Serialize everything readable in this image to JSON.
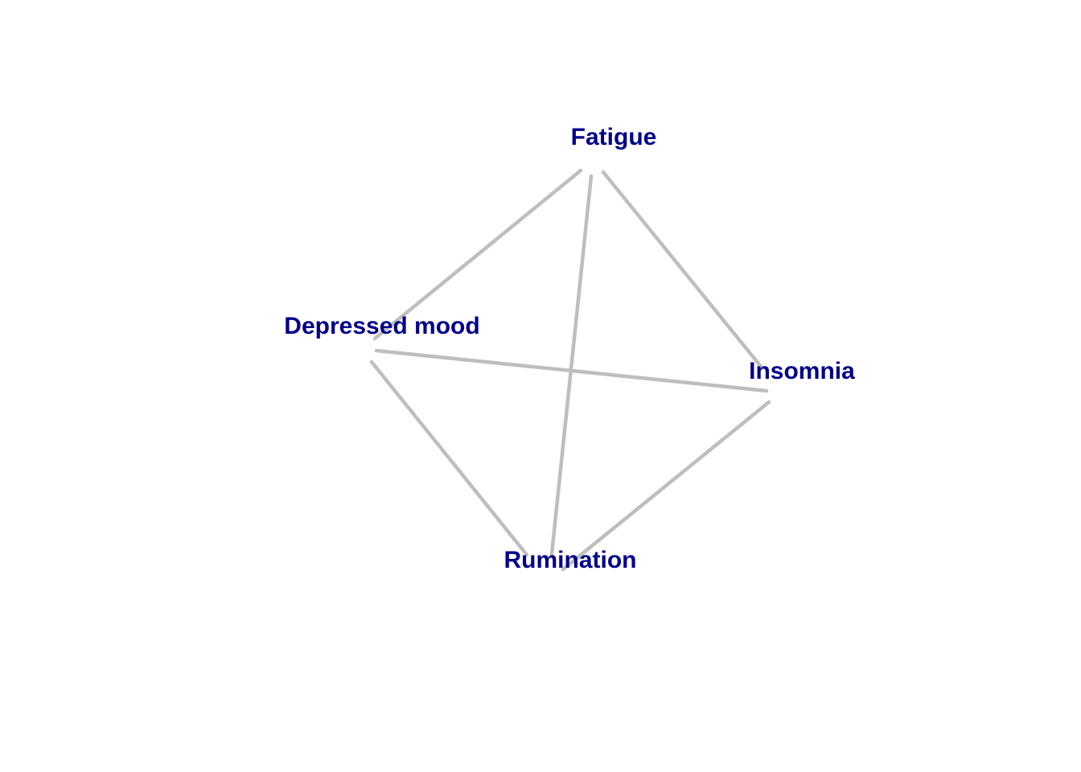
{
  "diagram": {
    "type": "network",
    "label_color": "#00008b",
    "edge_color": "#bebebe",
    "nodes": [
      {
        "id": "fatigue",
        "label": "Fatigue"
      },
      {
        "id": "depressed",
        "label": "Depressed mood"
      },
      {
        "id": "insomnia",
        "label": "Insomnia"
      },
      {
        "id": "rumination",
        "label": "Rumination"
      }
    ],
    "edges": [
      {
        "from": "fatigue",
        "to": "depressed"
      },
      {
        "from": "fatigue",
        "to": "rumination"
      },
      {
        "from": "fatigue",
        "to": "insomnia"
      },
      {
        "from": "depressed",
        "to": "insomnia"
      },
      {
        "from": "depressed",
        "to": "rumination"
      },
      {
        "from": "insomnia",
        "to": "rumination"
      }
    ]
  }
}
